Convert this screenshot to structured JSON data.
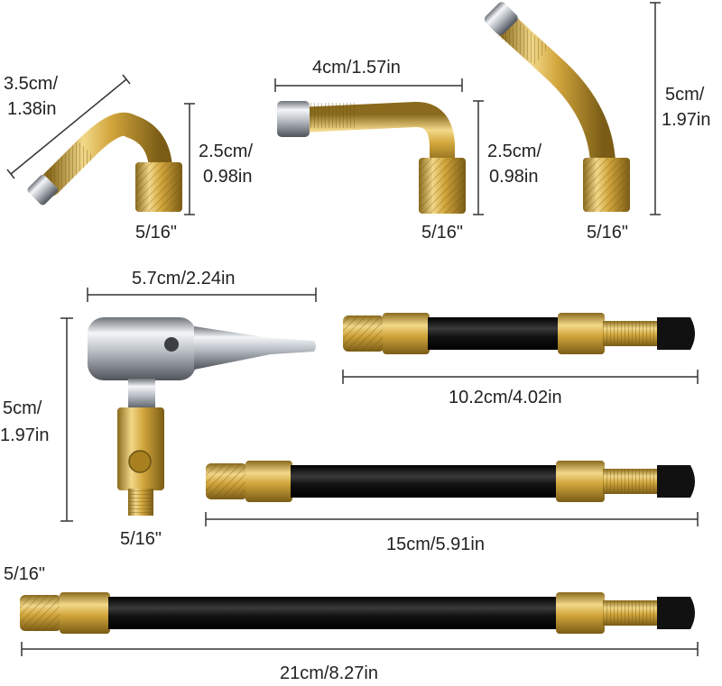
{
  "colors": {
    "brass_light": "#f2d889",
    "brass": "#d2a63c",
    "brass_dark": "#8a6a1c",
    "rubber": "#1a1a1a",
    "chrome": "#c8ccd2",
    "dimension_line": "#333333"
  },
  "items": [
    {
      "id": "elbow-90-short",
      "length": "3.5cm/",
      "length_2": "1.38in",
      "height": "2.5cm/",
      "height_2": "0.98in",
      "thread": "5/16\""
    },
    {
      "id": "elbow-90-long",
      "length": "4cm/1.57in",
      "height": "2.5cm/",
      "height_2": "0.98in",
      "thread": "5/16\""
    },
    {
      "id": "elbow-135",
      "height": "5cm/",
      "height_2": "1.97in",
      "thread": "5/16\""
    },
    {
      "id": "air-chuck",
      "length": "5.7cm/2.24in",
      "height": "5cm/",
      "height_2": "1.97in",
      "thread": "5/16\""
    },
    {
      "id": "hose-10cm",
      "length": "10.2cm/4.02in"
    },
    {
      "id": "hose-15cm",
      "length": "15cm/5.91in"
    },
    {
      "id": "hose-21cm",
      "length": "21cm/8.27in",
      "thread": "5/16\""
    }
  ]
}
